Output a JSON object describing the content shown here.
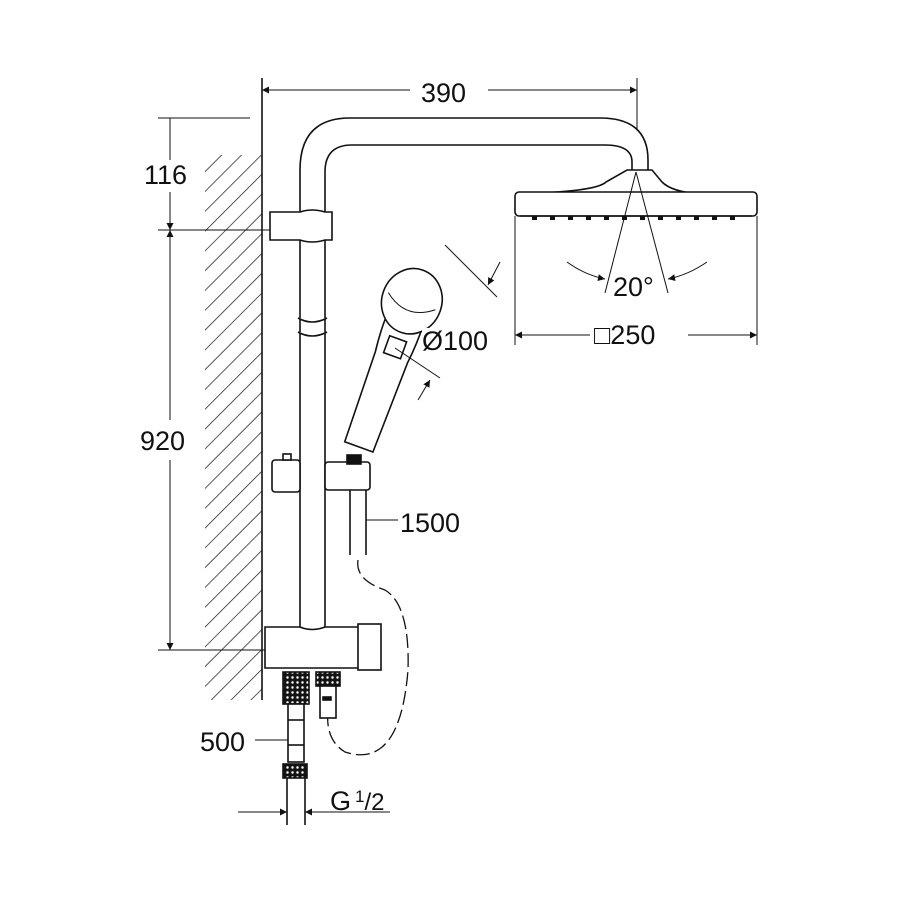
{
  "dimensions": {
    "arm_projection": "390",
    "top_offset": "116",
    "rail_height": "920",
    "hand_shower_diameter": "Ø100",
    "head_shower_size": "□250",
    "tilt_angle": "20°",
    "hose_length": "1500",
    "supply_hose_length": "500",
    "thread_prefix": "G",
    "thread_num": "1",
    "thread_den": "/2"
  },
  "colors": {
    "line": "#111111",
    "background": "#ffffff"
  }
}
